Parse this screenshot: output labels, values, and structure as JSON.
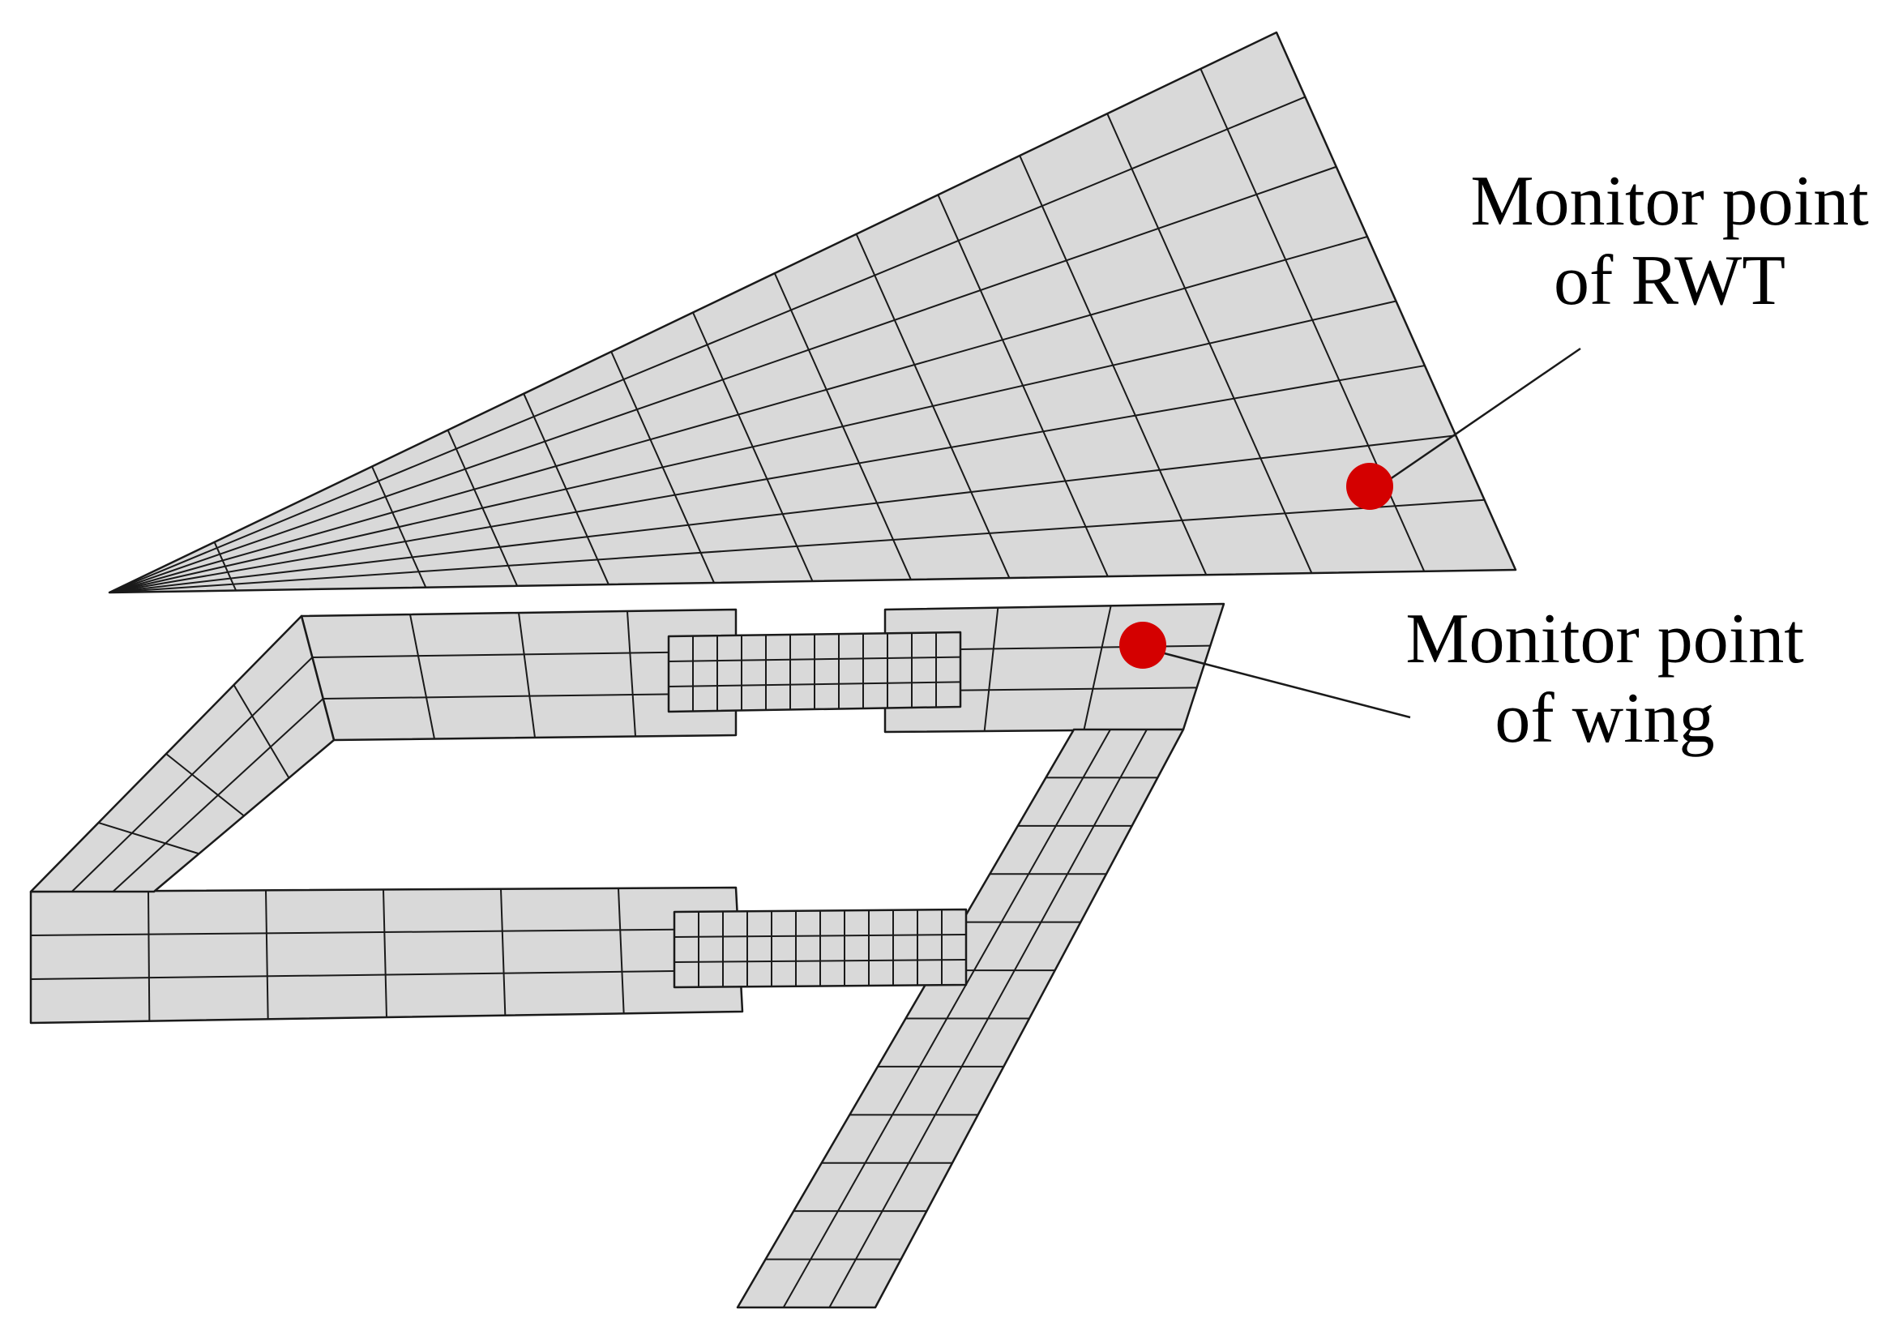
{
  "colors": {
    "panel_fill": "#d9d9d9",
    "mesh_line": "#1a1a1a",
    "monitor_point": "#d40000",
    "background": "#ffffff"
  },
  "labels": {
    "rwt": {
      "line1": "Monitor point",
      "line2": "of RWT"
    },
    "wing": {
      "line1": "Monitor point",
      "line2": "of wing"
    }
  }
}
